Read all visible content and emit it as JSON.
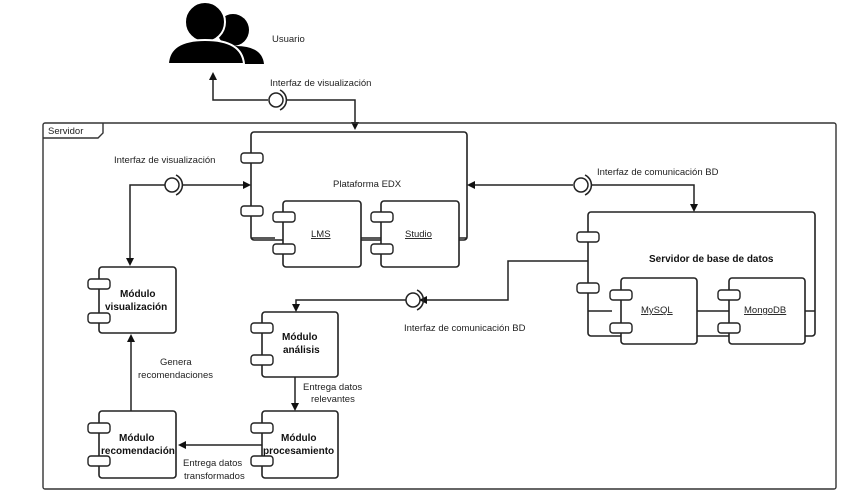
{
  "actor": {
    "label": "Usuario",
    "icon": "users-icon"
  },
  "frame": {
    "label": "Servidor"
  },
  "interfaces": {
    "user_visualization": "Interfaz de visualización",
    "module_visualization": "Interfaz de visualización",
    "edx_db": "Interfaz de comunicación BD",
    "analysis_db": "Interfaz de comunicación BD"
  },
  "components": {
    "edx": {
      "label": "Plataforma EDX",
      "children": {
        "lms": "LMS",
        "studio": "Studio"
      }
    },
    "db_server": {
      "label": "Servidor de base de datos",
      "children": {
        "mysql": "MySQL",
        "mongodb": "MongoDB"
      }
    },
    "visualization": {
      "line1": "Módulo",
      "line2": "visualización"
    },
    "analysis": {
      "line1": "Módulo",
      "line2": "análisis"
    },
    "processing": {
      "line1": "Módulo",
      "line2": "procesamiento"
    },
    "recommendation": {
      "line1": "Módulo",
      "line2": "recomendación"
    }
  },
  "flows": {
    "generates": {
      "line1": "Genera",
      "line2": "recomendaciones"
    },
    "relevant": {
      "line1": "Entrega datos",
      "line2": "relevantes"
    },
    "transformed": {
      "line1": "Entrega datos",
      "line2": "transformados"
    }
  }
}
